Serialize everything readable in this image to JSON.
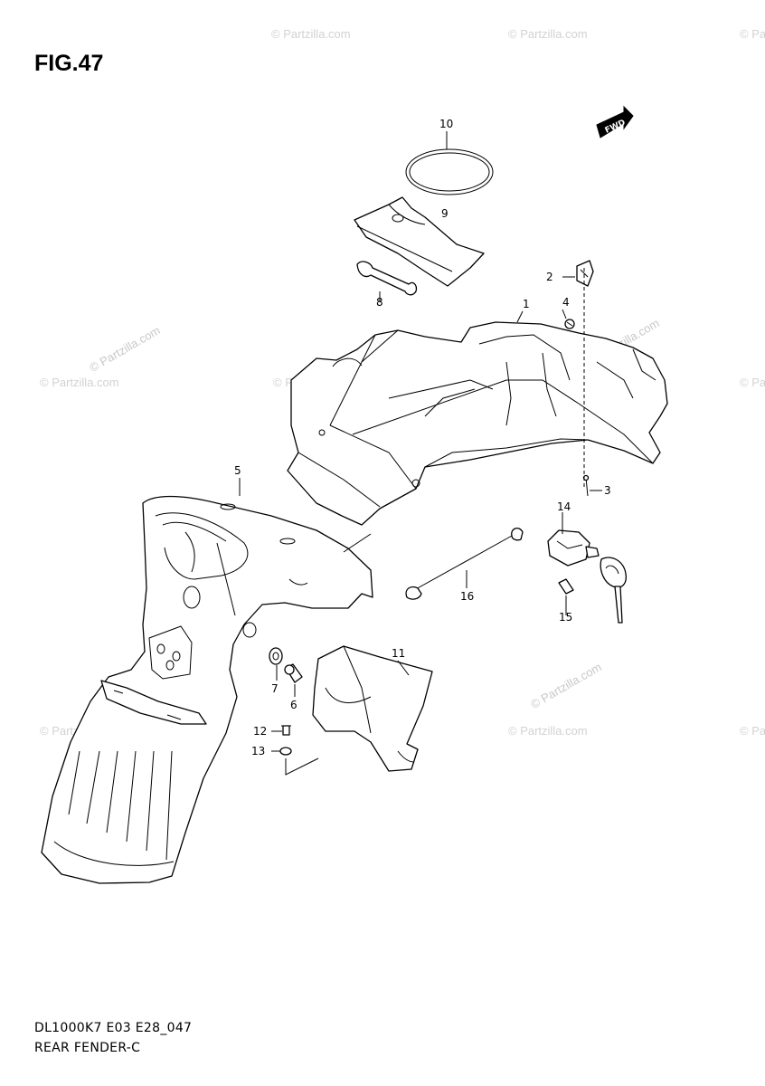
{
  "figure": {
    "title": "FIG.47",
    "code": "DL1000K7 E03 E28_047",
    "name": "REAR FENDER-C"
  },
  "watermark": {
    "text": "© Partzilla.com",
    "short_text": "© Partzil"
  },
  "fwd_label": "FWD",
  "callouts": [
    "1",
    "2",
    "3",
    "4",
    "5",
    "6",
    "7",
    "8",
    "9",
    "10",
    "11",
    "12",
    "13",
    "14",
    "15",
    "16"
  ]
}
